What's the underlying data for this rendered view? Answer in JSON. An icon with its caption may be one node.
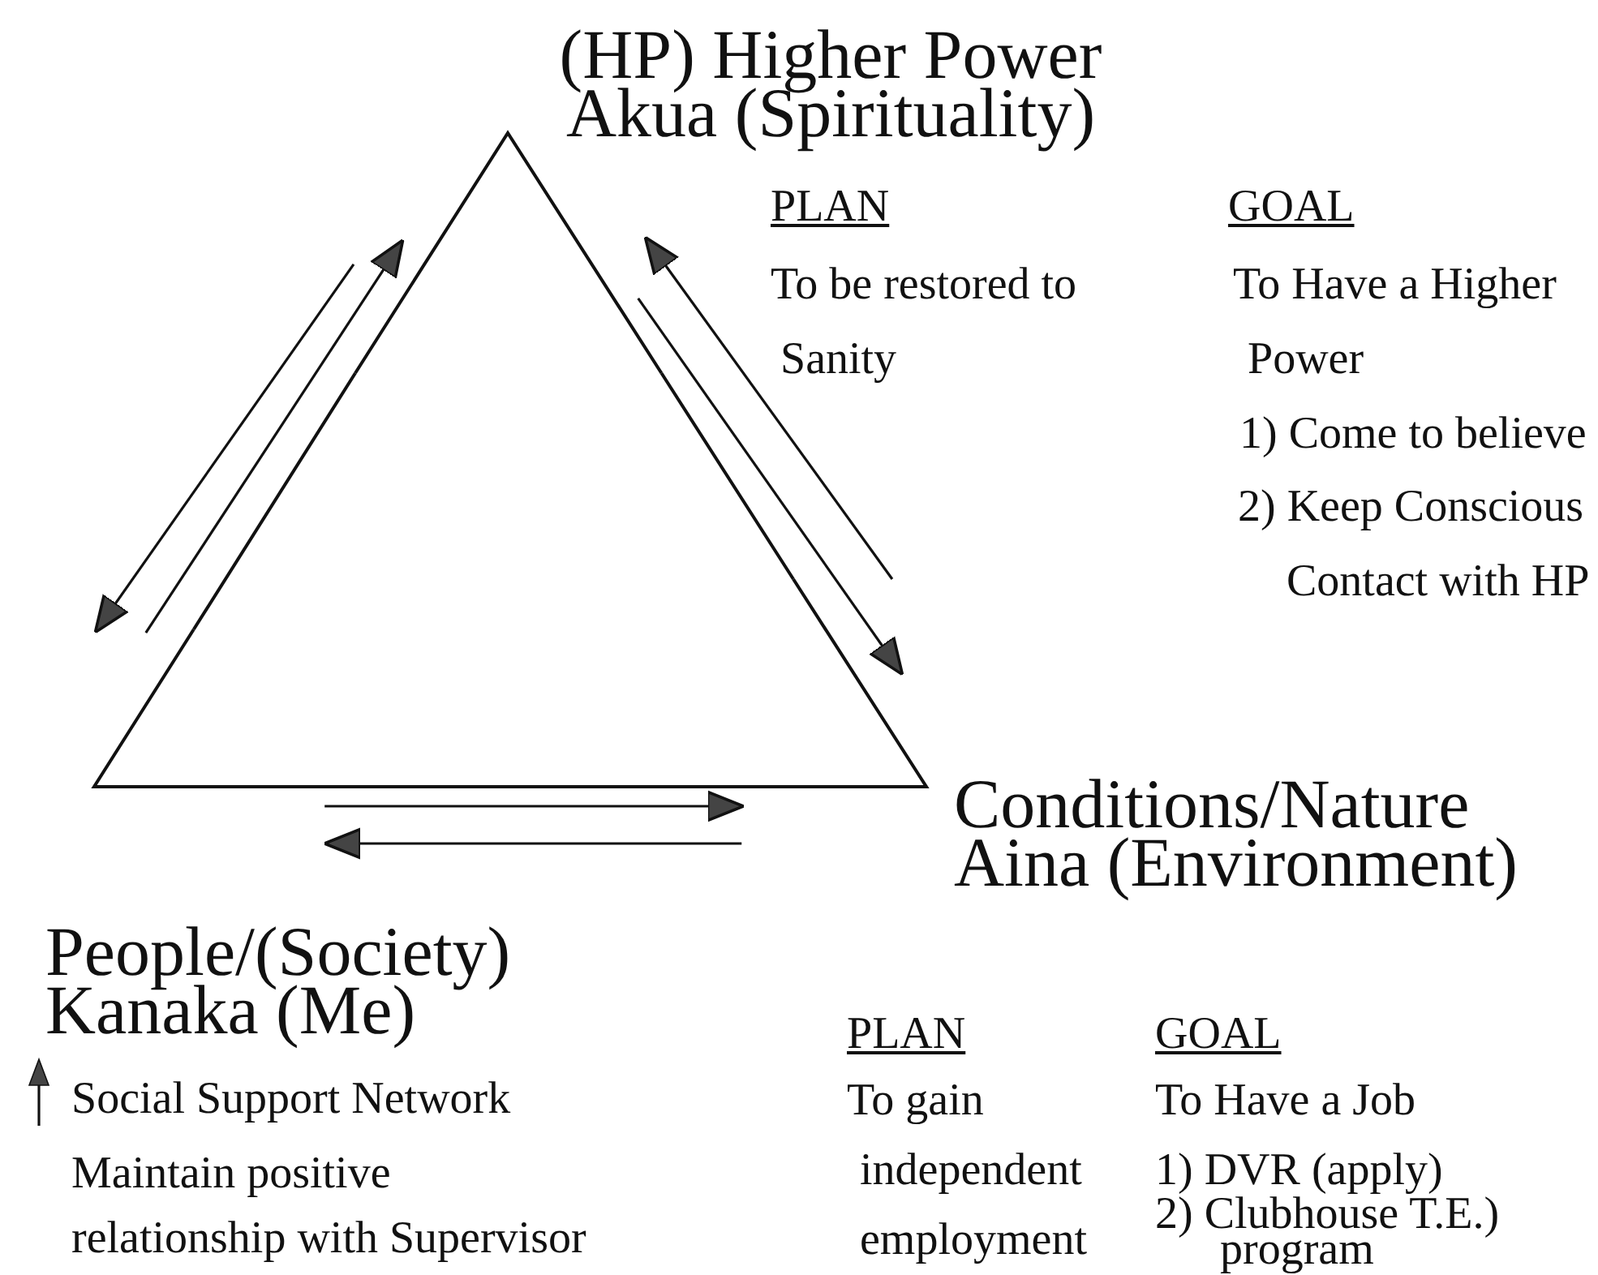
{
  "diagram": {
    "nodes": [
      {
        "text": [
          "(HP) Higher Power",
          "Akua (Spirituality)"
        ]
      },
      {
        "text": [
          "Conditions/Nature",
          "Aina (Environment)"
        ]
      },
      {
        "text": [
          "People/(Society)",
          "Kanaka (Me)"
        ]
      }
    ],
    "edges": [
      {
        "from": 0,
        "to": 2,
        "arrow": "to"
      },
      {
        "from": 2,
        "to": 0,
        "arrow": "to"
      },
      {
        "from": 1,
        "to": 0,
        "arrow": "to"
      },
      {
        "from": 0,
        "to": 1,
        "arrow": "to"
      },
      {
        "from": 2,
        "to": 1,
        "arrow": "to"
      },
      {
        "from": 1,
        "to": 2,
        "arrow": "to"
      }
    ],
    "labels": [
      "PLAN",
      "GOAL",
      "To be restored to Sanity",
      "To Have a Higher Power",
      "1) Come to believe",
      "2) Keep Conscious Contact with HP",
      "PLAN",
      "GOAL",
      "To gain independent employment",
      "To Have a Job",
      "1) DVR (apply)",
      "2) Clubhouse T.E.) program",
      "Social Support Network",
      "Maintain positive relationship with Supervisor"
    ]
  }
}
